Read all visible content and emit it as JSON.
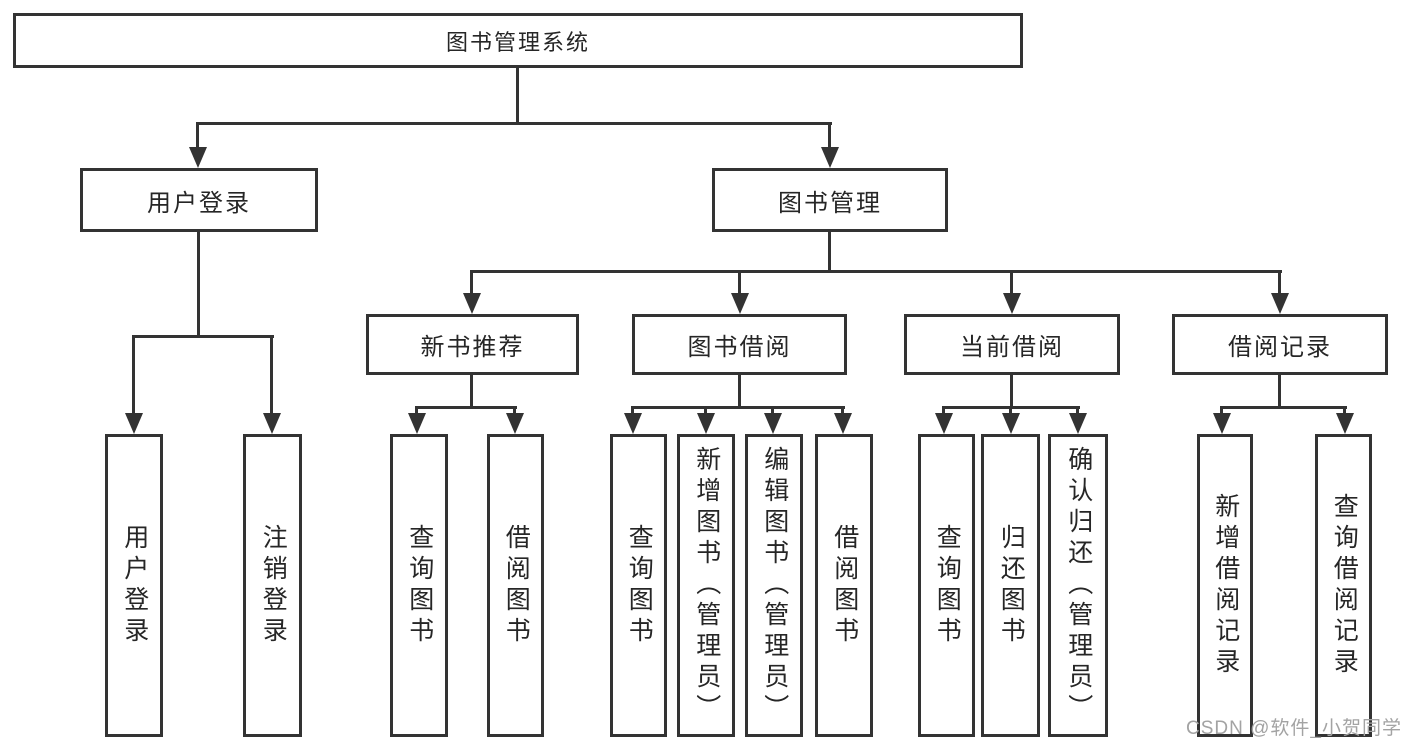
{
  "tree": {
    "root": {
      "label": "图书管理系统"
    },
    "branches": [
      {
        "label": "用户登录",
        "children": [
          {
            "label": "用户登录"
          },
          {
            "label": "注销登录"
          }
        ]
      },
      {
        "label": "图书管理",
        "groups": [
          {
            "label": "新书推荐",
            "children": [
              {
                "label": "查询图书"
              },
              {
                "label": "借阅图书"
              }
            ]
          },
          {
            "label": "图书借阅",
            "children": [
              {
                "label": "查询图书"
              },
              {
                "label": "新增图书（管理员）"
              },
              {
                "label": "编辑图书（管理员）"
              },
              {
                "label": "借阅图书"
              }
            ]
          },
          {
            "label": "当前借阅",
            "children": [
              {
                "label": "查询图书"
              },
              {
                "label": "归还图书"
              },
              {
                "label": "确认归还（管理员）"
              }
            ]
          },
          {
            "label": "借阅记录",
            "children": [
              {
                "label": "新增借阅记录"
              },
              {
                "label": "查询借阅记录"
              }
            ]
          }
        ]
      }
    ]
  },
  "watermark": {
    "text": "CSDN @软件_小贺同学"
  },
  "colors": {
    "line": "#333333",
    "text": "#262626",
    "watermark": "#a3a3a3",
    "background": "#ffffff"
  }
}
